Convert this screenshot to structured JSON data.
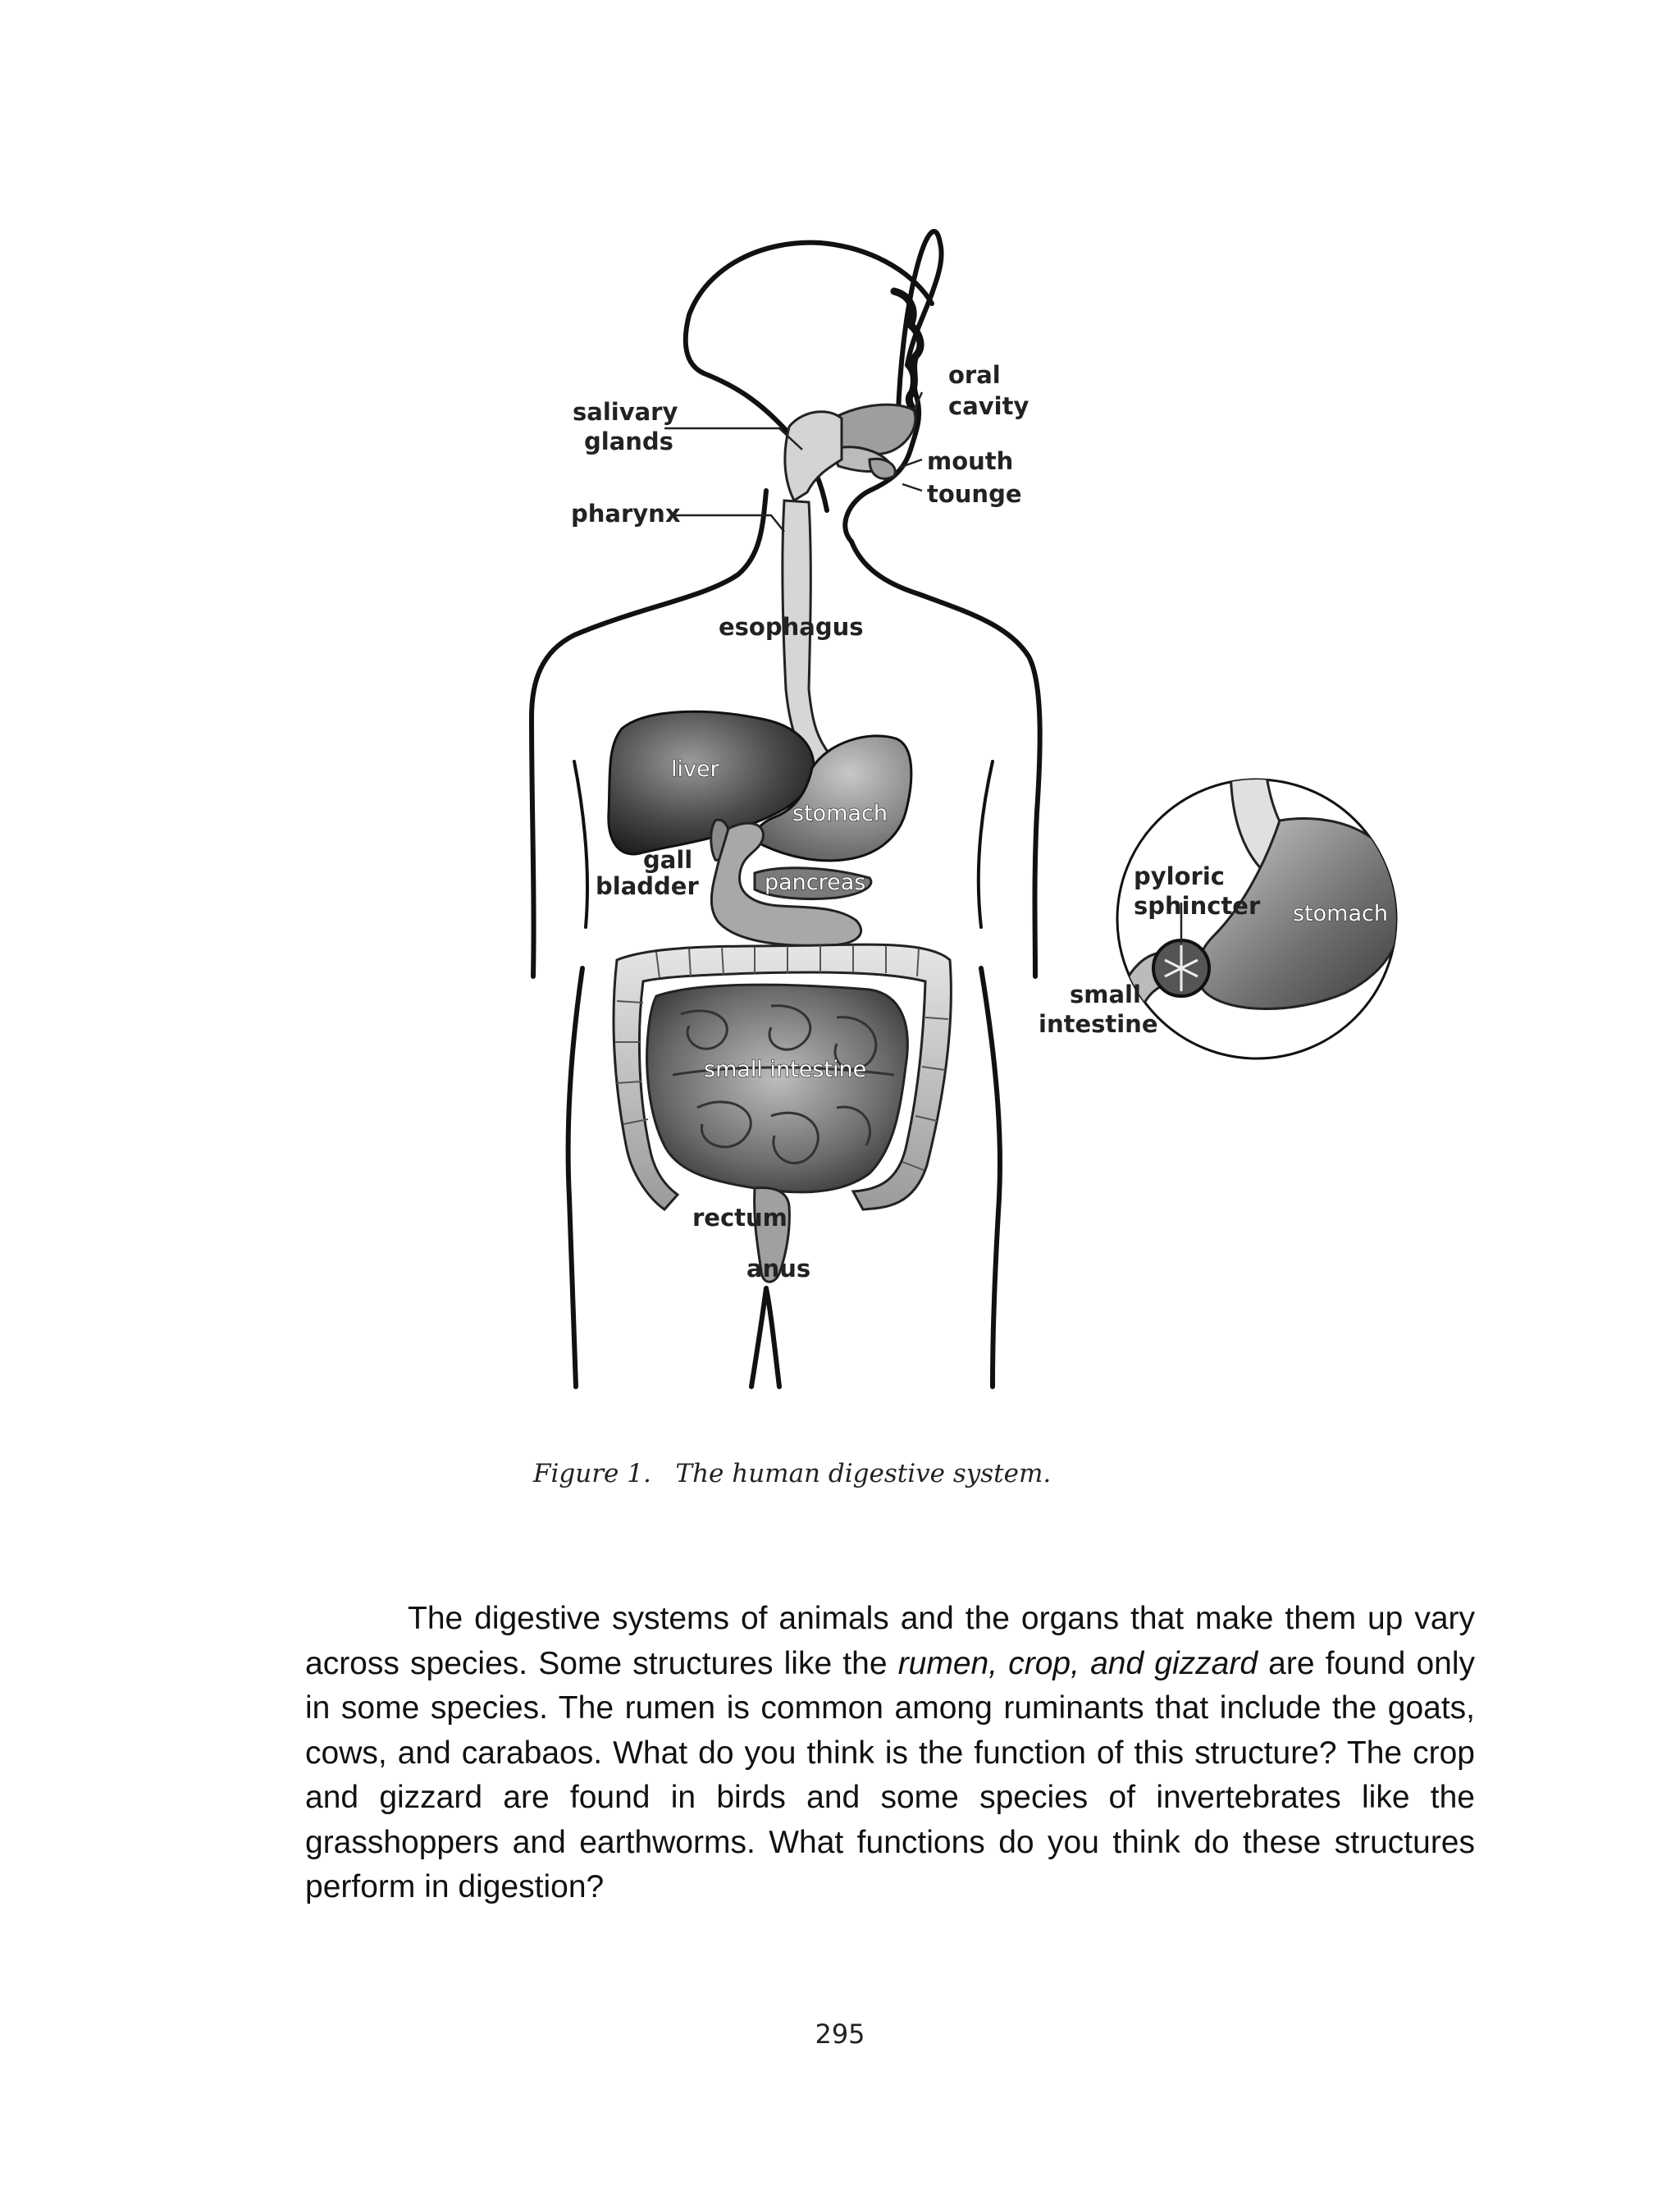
{
  "figure": {
    "labels": {
      "oral_cavity_1": "oral",
      "oral_cavity_2": "cavity",
      "salivary_1": "salivary",
      "salivary_2": "glands",
      "mouth": "mouth",
      "tongue": "tounge",
      "pharynx": "pharynx",
      "esophagus": "esophagus",
      "liver": "liver",
      "stomach": "stomach",
      "gall_1": "gall",
      "gall_2": "bladder",
      "pancreas": "pancreas",
      "small_intestine": "small intestine",
      "rectum": "rectum",
      "anus": "anus",
      "inset_pyloric_1": "pyloric",
      "inset_pyloric_2": "sphincter",
      "inset_stomach": "stomach",
      "inset_small_1": "small",
      "inset_small_2": "intestine"
    },
    "caption_number": "Figure 1.",
    "caption_text": "The human digestive system."
  },
  "body": {
    "p1": "The digestive systems of animals and the organs that make them up vary across species. Some structures like the ",
    "p1_italic": "rumen, crop, and gizzard",
    "p2": " are found only in some species. The rumen is common among ruminants that include the goats, cows, and carabaos. What do you think is the function of this structure? The crop and gizzard are found in birds and some species of invertebrates like the grasshoppers and earthworms. What functions do you think do these structures perform in digestion?"
  },
  "page_number": "295"
}
